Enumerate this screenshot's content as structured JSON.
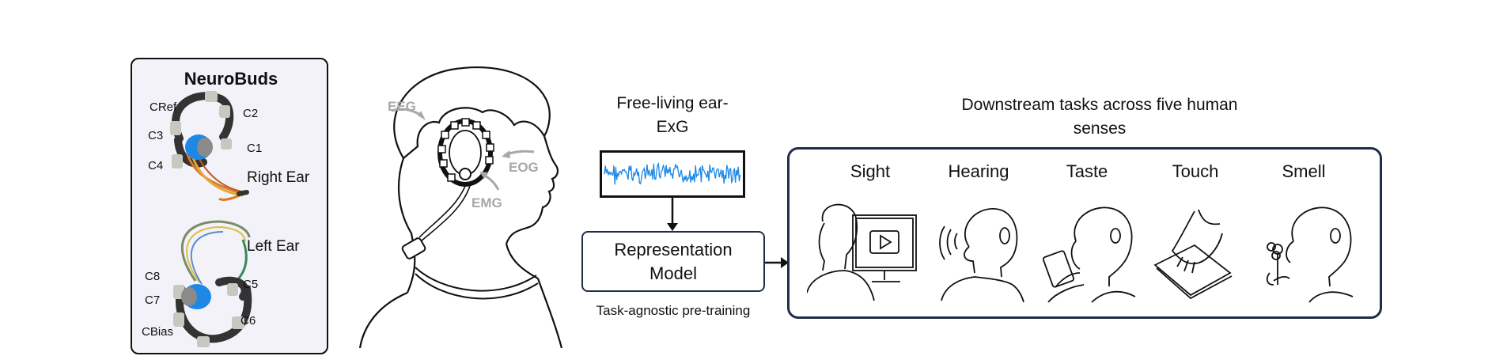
{
  "neurobuds": {
    "title": "NeuroBuds",
    "right_ear": "Right Ear",
    "left_ear": "Left Ear",
    "electrodes": {
      "cref": "CRef",
      "c2": "C2",
      "c3": "C3",
      "c1": "C1",
      "c4": "C4",
      "c8": "C8",
      "c5": "C5",
      "c7": "C7",
      "c6": "C6",
      "cbias": "CBias"
    }
  },
  "head": {
    "eeg": "EEG",
    "eog": "EOG",
    "emg": "EMG"
  },
  "signal": {
    "title": "Free-living ear-ExG",
    "trace_color": "#1e88e5"
  },
  "model": {
    "label": "Representation Model",
    "caption": "Task-agnostic pre-training"
  },
  "downstream": {
    "title": "Downstream tasks across five human senses",
    "senses": [
      "Sight",
      "Hearing",
      "Taste",
      "Touch",
      "Smell"
    ]
  },
  "colors": {
    "navy_border": "#1f2d4a",
    "label_gray": "#a8a8a8",
    "earbud_blue": "#1e88e5"
  }
}
